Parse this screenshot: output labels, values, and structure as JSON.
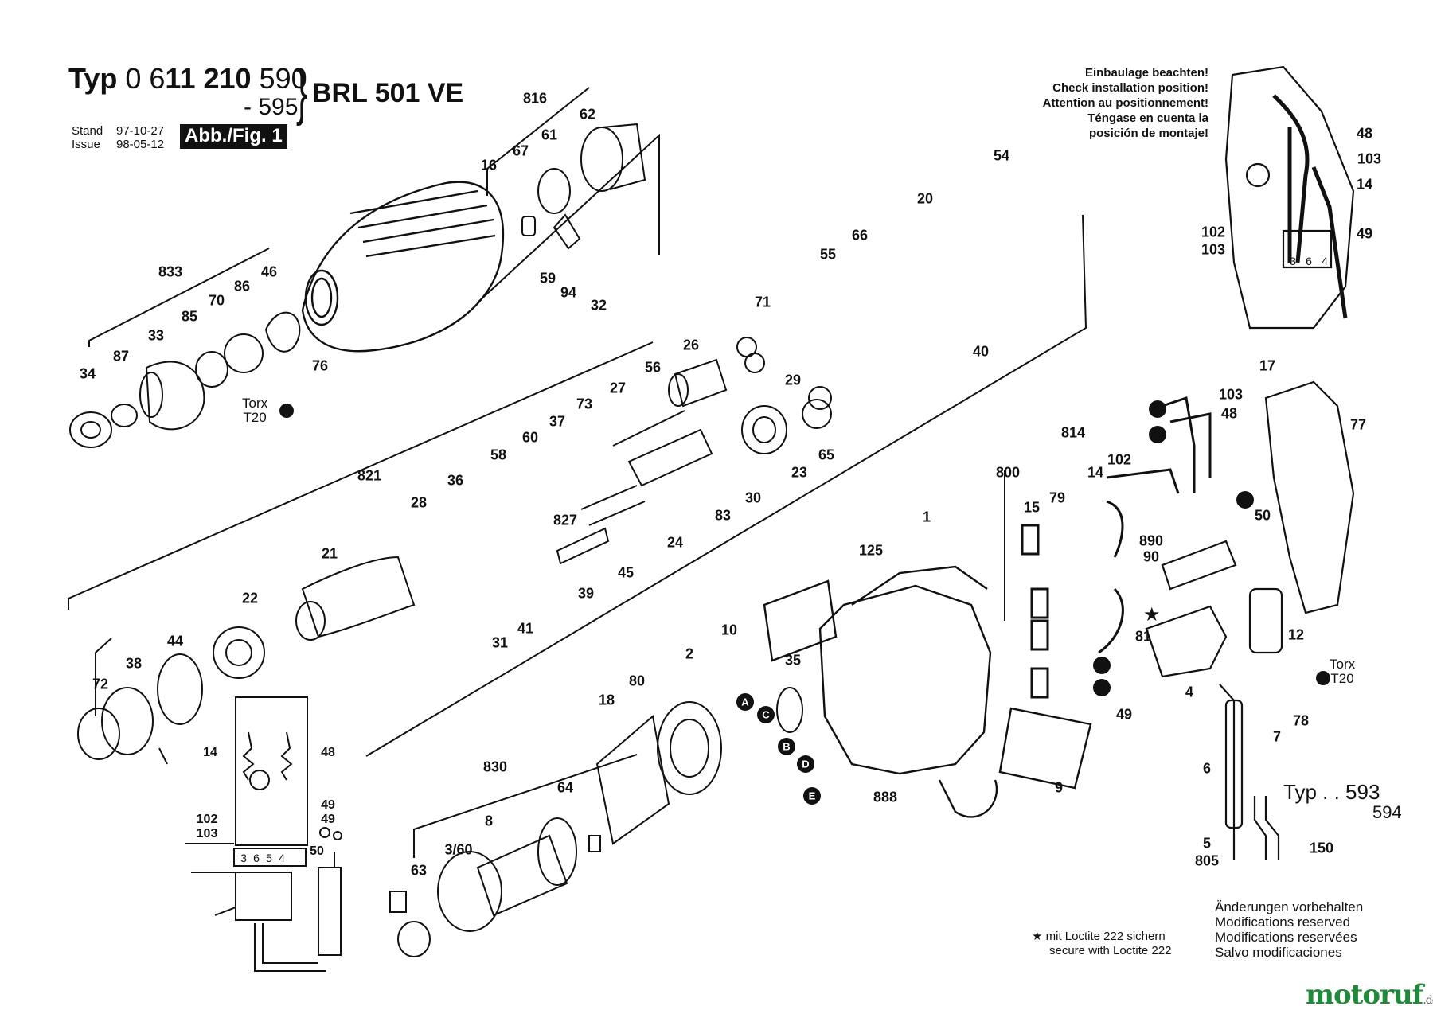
{
  "header": {
    "typ_label": "Typ",
    "typ_number_prefix": "0 6",
    "typ_number_main": "11 210",
    "typ_suffix": "590",
    "typ_suffix_range": "- 595",
    "model": "BRL 501 VE",
    "stand_label": "Stand",
    "issue_label": "Issue",
    "stand_date": "97-10-27",
    "issue_date": "98-05-12",
    "figure_badge": "Abb./Fig. 1"
  },
  "install_note": [
    "Einbaulage beachten!",
    "Check installation position!",
    "Attention au positionnement!",
    "Téngase en cuenta la",
    "posición de montaje!"
  ],
  "torx_left": {
    "line1": "Torx",
    "line2": "T20"
  },
  "torx_right": {
    "line1": "Torx",
    "line2": "T20"
  },
  "variant": {
    "typ_label": "Typ . .",
    "code1": "593",
    "code2": "594"
  },
  "loctite_note": [
    "★ mit Loctite 222 sichern",
    "secure with Loctite 222"
  ],
  "changes_note": [
    "Änderungen vorbehalten",
    "Modifications reserved",
    "Modifications reservées",
    "Salvo modificaciones"
  ],
  "watermark": {
    "text": "motoruf",
    "tld": ".de"
  },
  "colors": {
    "ink": "#111111",
    "watermark": "#1f8a3a",
    "paper": "#ffffff"
  },
  "part_labels": [
    "816",
    "62",
    "61",
    "67",
    "16",
    "833",
    "70",
    "86",
    "46",
    "87",
    "33",
    "85",
    "34",
    "59",
    "94",
    "32",
    "76",
    "54",
    "20",
    "66",
    "55",
    "71",
    "40",
    "26",
    "29",
    "56",
    "27",
    "73",
    "37",
    "60",
    "58",
    "36",
    "28",
    "821",
    "21",
    "22",
    "44",
    "38",
    "72",
    "65",
    "23",
    "30",
    "83",
    "24",
    "45",
    "827",
    "39",
    "31",
    "41",
    "1",
    "125",
    "10",
    "2",
    "35",
    "80",
    "18",
    "830",
    "64",
    "63",
    "3/60",
    "9",
    "888",
    "17",
    "77",
    "103",
    "48",
    "814",
    "102",
    "14",
    "800",
    "79",
    "15",
    "50",
    "890",
    "90",
    "81",
    "12",
    "4",
    "49",
    "78",
    "7",
    "6",
    "5",
    "805",
    "150",
    "8",
    "A",
    "B",
    "C",
    "D",
    "E"
  ],
  "wiring": {
    "top_right": [
      "48",
      "103",
      "14",
      "102",
      "103",
      "49"
    ],
    "connector_numbers": [
      "3",
      "6",
      "4"
    ],
    "schematic_left": [
      "14",
      "48",
      "102",
      "103",
      "49",
      "49",
      "50"
    ],
    "schematic_terminals": [
      "3",
      "6",
      "5",
      "4"
    ]
  }
}
